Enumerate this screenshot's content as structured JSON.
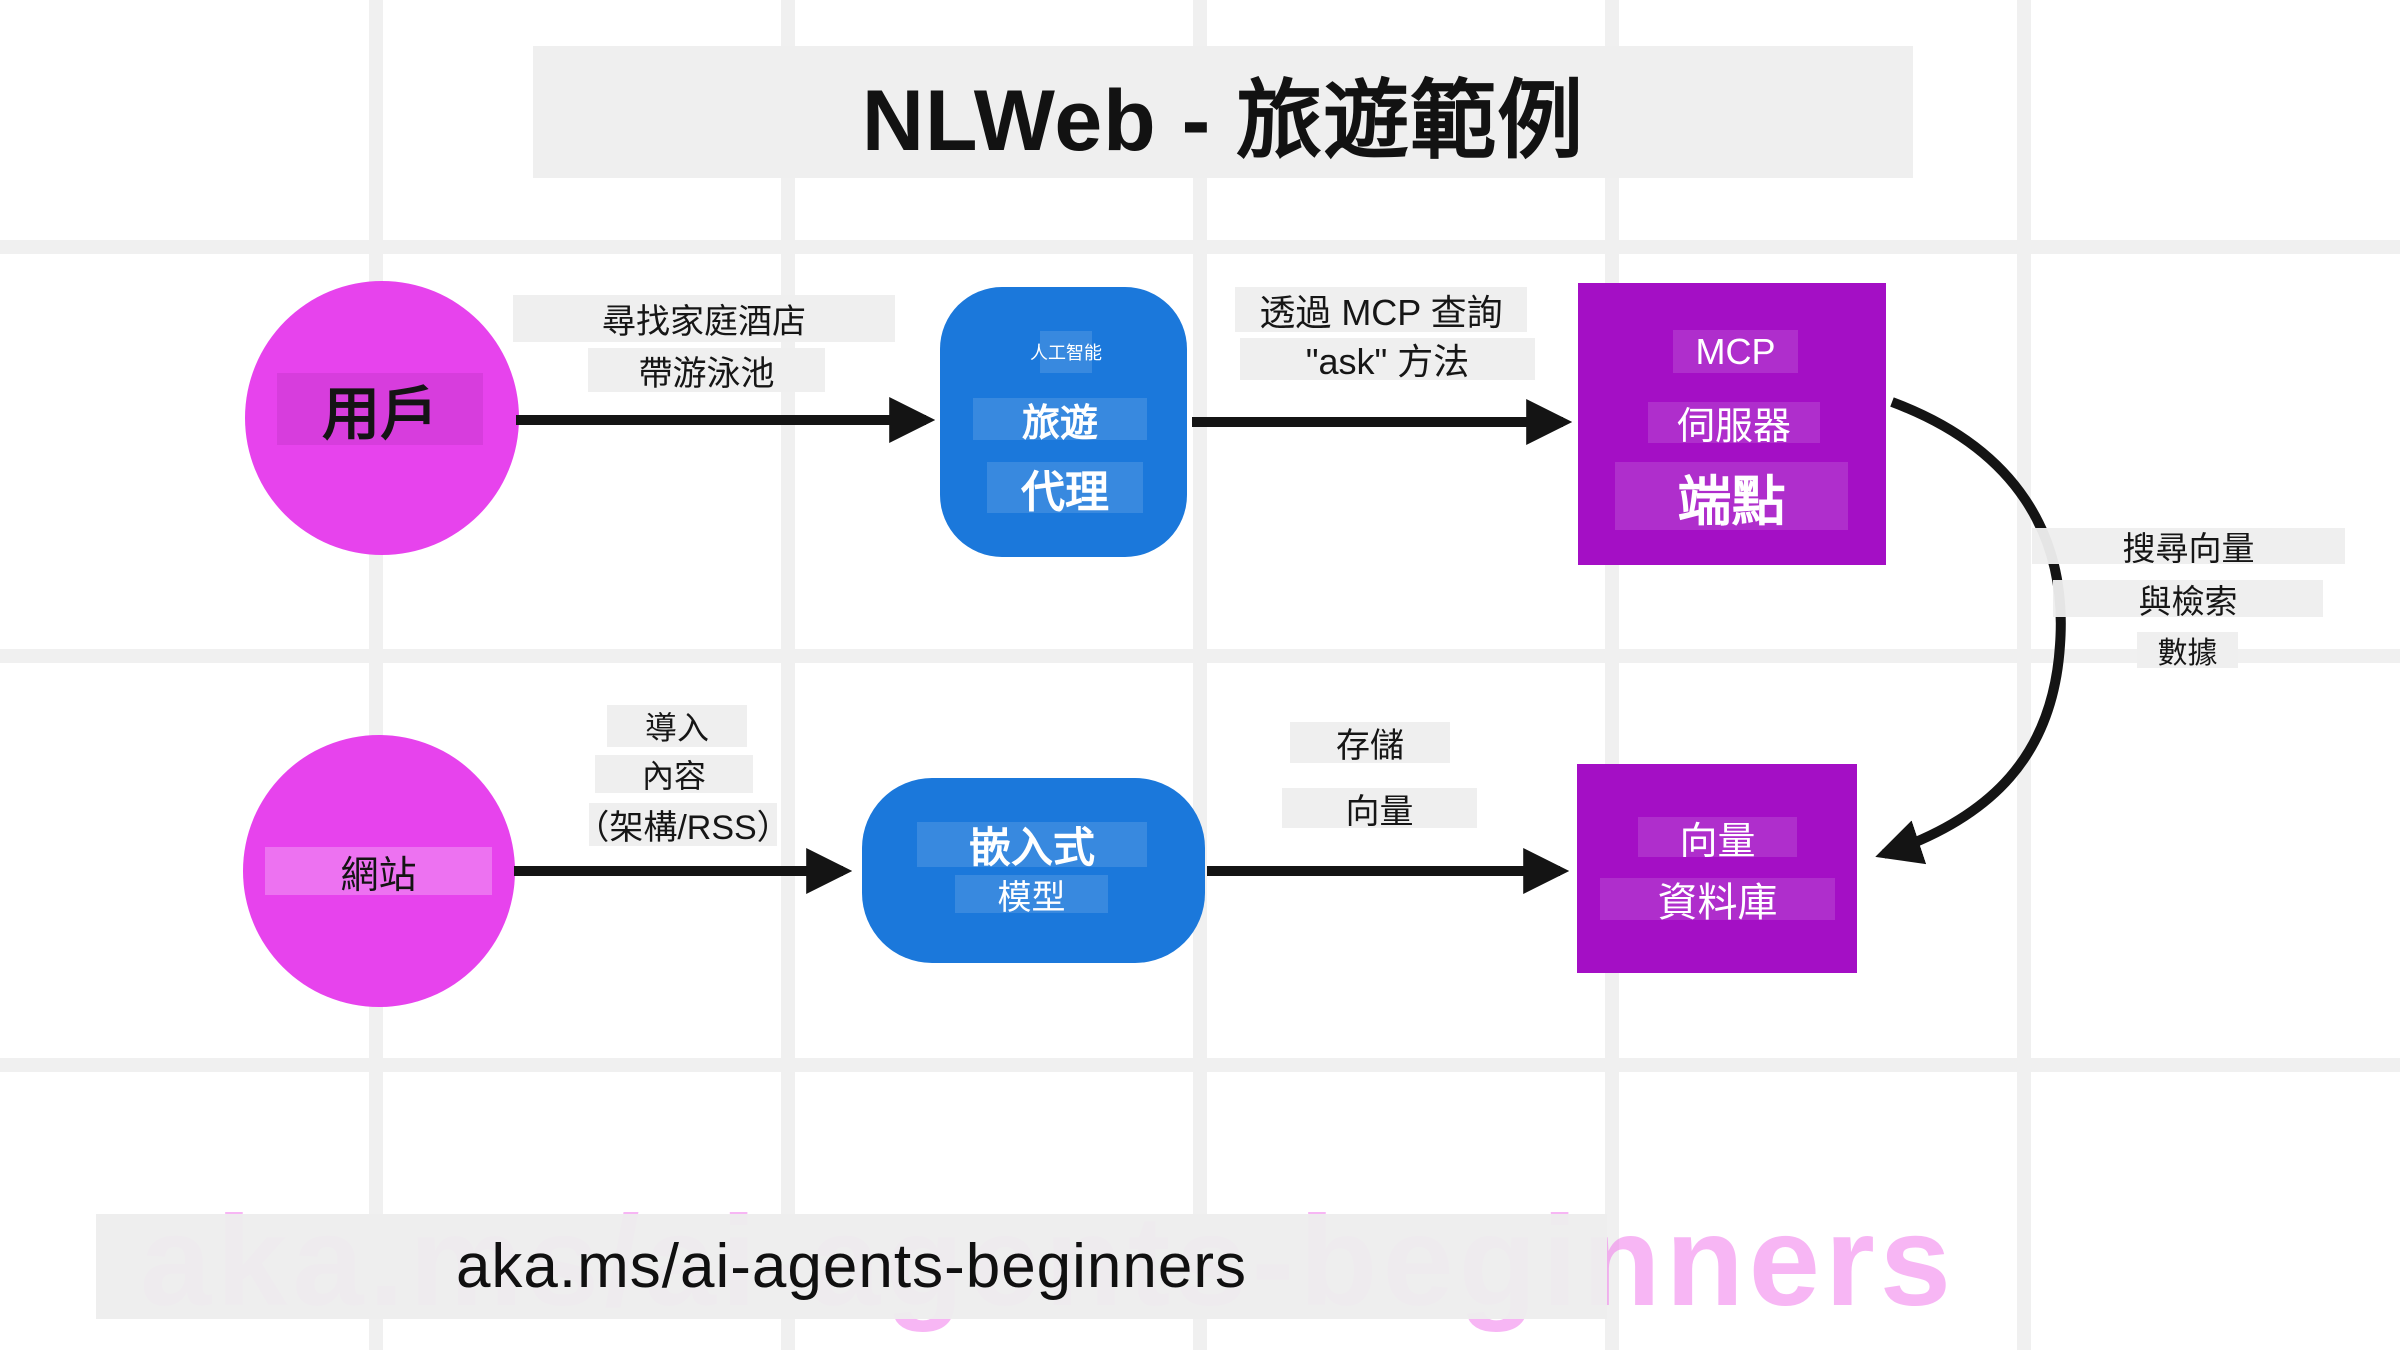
{
  "title": "NLWeb - 旅遊範例",
  "colors": {
    "magenta_node": "#e743ed",
    "blue_node": "#1b78db",
    "purple_node": "#a40fc5",
    "arrow": "#141414",
    "label_background": "#eeeeee"
  },
  "nodes": {
    "user": {
      "label": "用戶"
    },
    "travel_agent": {
      "sub": "人工智能",
      "line1": "旅遊",
      "line2": "代理"
    },
    "mcp_server": {
      "line1": "MCP",
      "line2": "伺服器",
      "line3": "端點"
    },
    "website": {
      "label": "網站"
    },
    "embedding_model": {
      "line1": "嵌入式",
      "line2": "模型"
    },
    "vector_db": {
      "line1": "向量",
      "line2": "資料庫"
    }
  },
  "edges": {
    "user_to_agent": {
      "line1": "尋找家庭酒店",
      "line2": "帶游泳池"
    },
    "agent_to_mcp": {
      "line1": "透過 MCP 查詢",
      "line2": "\"ask\" 方法"
    },
    "mcp_to_db": {
      "line1": "搜尋向量",
      "line2": "與檢索",
      "line3": "數據"
    },
    "website_to_model": {
      "line1": "導入",
      "line2": "內容",
      "line3": "（架構/RSS）"
    },
    "model_to_db": {
      "line1": "存儲",
      "line2": "向量"
    }
  },
  "footer": {
    "url": "aka.ms/ai-agents-beginners"
  }
}
